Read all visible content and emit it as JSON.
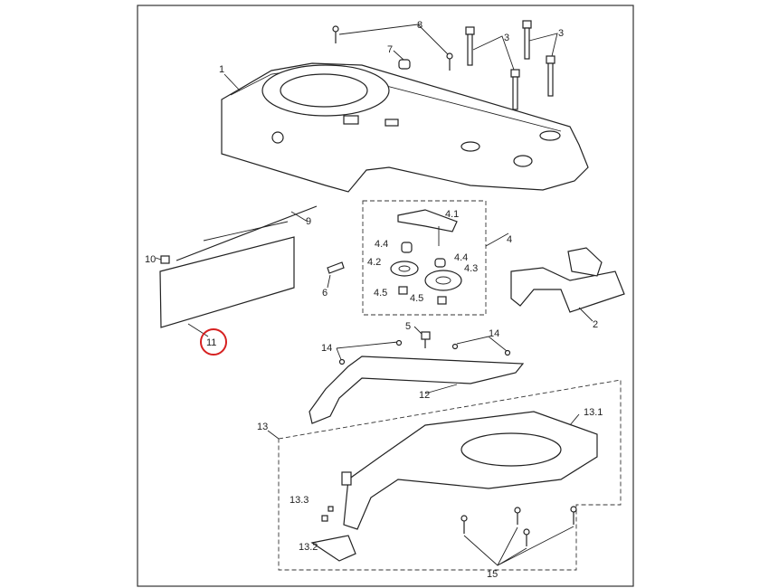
{
  "diagram": {
    "type": "exploded-parts-view",
    "highlight_color": "#d62020",
    "highlighted_part": "11",
    "callouts": [
      "1",
      "2",
      "3",
      "3",
      "4",
      "4.1",
      "4.2",
      "4.3",
      "4.4",
      "4.4",
      "4.5",
      "4.5",
      "5",
      "6",
      "7",
      "8",
      "9",
      "10",
      "11",
      "12",
      "13",
      "13.1",
      "13.2",
      "13.3",
      "14",
      "14",
      "15"
    ]
  }
}
